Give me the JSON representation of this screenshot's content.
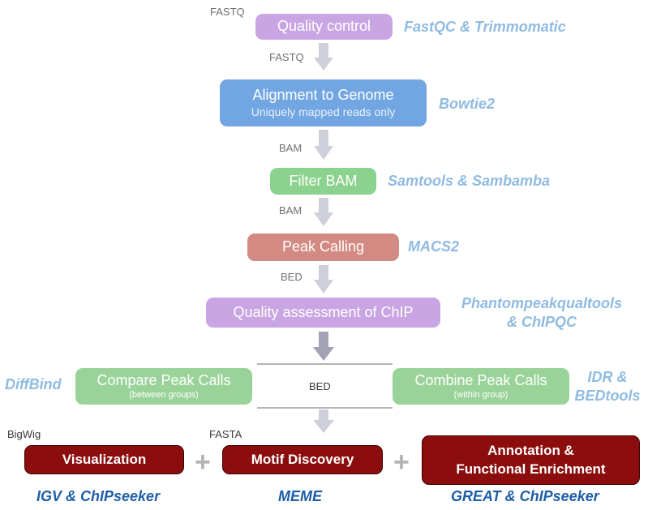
{
  "boxes": {
    "quality_control": "Quality control",
    "alignment": {
      "title": "Alignment to Genome",
      "subtitle": "Uniquely mapped reads only"
    },
    "filter_bam": "Filter BAM",
    "peak_calling": "Peak Calling",
    "quality_assessment": "Quality assessment of ChIP",
    "compare_peaks": {
      "title": "Compare Peak Calls",
      "subtitle": "(between groups)"
    },
    "combine_peaks": {
      "title": "Combine Peak Calls",
      "subtitle": "(within group)"
    },
    "visualization": "Visualization",
    "motif_discovery": "Motif Discovery",
    "annotation": {
      "line1": "Annotation &",
      "line2": "Functional Enrichment"
    }
  },
  "tools": {
    "qc": "FastQC & Trimmomatic",
    "alignment": "Bowtie2",
    "filter": "Samtools & Sambamba",
    "peak_calling": "MACS2",
    "qa": {
      "line1": "Phantompeakqualtools",
      "line2": "& ChIPQC"
    },
    "diffbind": "DiffBind",
    "idr": {
      "line1": "IDR &",
      "line2": "BEDtools"
    },
    "igv": "IGV & ChIPseeker",
    "meme": "MEME",
    "great": "GREAT & ChIPseeker"
  },
  "file_labels": {
    "fastq_top": "FASTQ",
    "fastq": "FASTQ",
    "bam1": "BAM",
    "bam2": "BAM",
    "bed1": "BED",
    "bed2": "BED",
    "bigwig": "BigWig",
    "fasta": "FASTA"
  },
  "plus_signs": [
    "+",
    "+"
  ],
  "colors": {
    "quality_control": "#c9a6e3",
    "alignment": "#72a6e2",
    "filter_bam": "#8cd28f",
    "peak_calling": "#d28a82",
    "quality_assessment": "#c9a6e3",
    "compare_combine": "#9ad39a",
    "dark_red": "#8b0d0d",
    "arrow_light": "#cfcfdb",
    "arrow_dark": "#a3a3b5",
    "tool_light": "#8fbbe2",
    "tool_dark": "#1e5ea8"
  }
}
